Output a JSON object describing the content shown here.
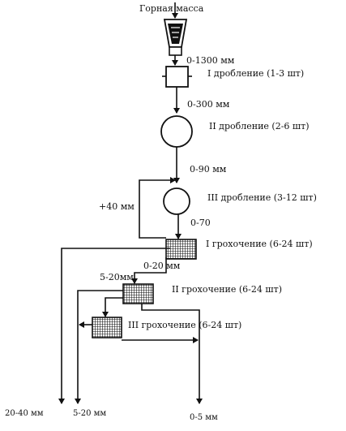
{
  "labels": {
    "input": "Горная масса",
    "crush1": "I дробление (1-3 шт)",
    "crush2": "II дробление (2-6 шт)",
    "crush3": "III дробление (3-12 шт)",
    "screen1": "I грохочение (6-24 шт)",
    "screen2": "II грохочение (6-24 шт)",
    "screen3": "III грохочение (6-24 шт)"
  },
  "sizes": {
    "feed": "0-1300 мм",
    "after_crush1": "0-300 мм",
    "after_crush2": "0-90 мм",
    "oversize_return": "+40 мм",
    "after_crush3": "0-70",
    "after_screen1": "0-20 мм",
    "screen2_top": "5-20мм"
  },
  "products": {
    "coarse": "20-40 мм",
    "medium": "5-20 мм",
    "fine": "0-5 мм"
  }
}
